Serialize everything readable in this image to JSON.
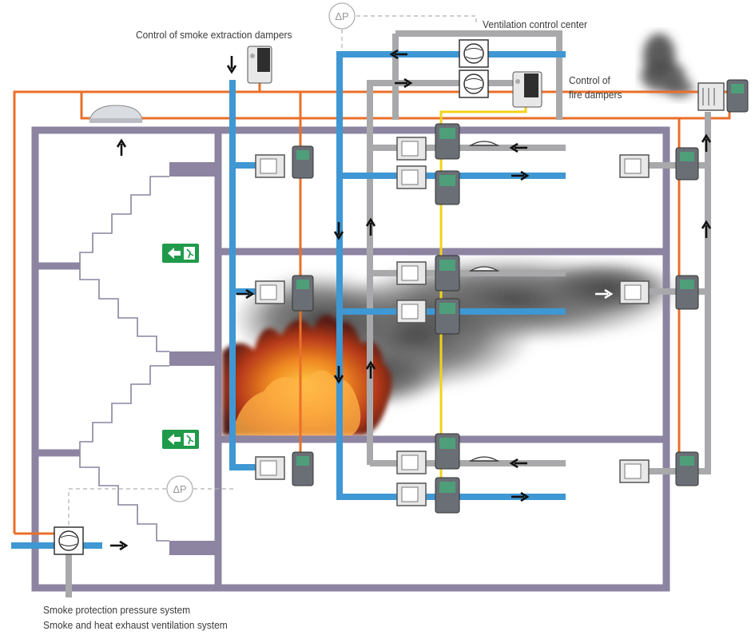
{
  "labels": {
    "control_smoke_extraction": "Control of smoke extraction dampers",
    "ventilation_control_center": "Ventilation control center",
    "control_fire_dampers_line1": "Control of",
    "control_fire_dampers_line2": "fire dampers",
    "smoke_protection_pressure": "Smoke protection pressure system",
    "smoke_heat_exhaust": "Smoke and heat exhaust ventilation system",
    "pressure_sensor_symbol": "ΔP"
  },
  "colors": {
    "building_wall": "#8c84a0",
    "supply_duct": "#3f97d3",
    "return_duct": "#a9a9ab",
    "control_cable": "#ea6f2a",
    "bus_cable": "#f2d21a",
    "exit_sign": "#1f9a4a",
    "smoke": "#585858",
    "fire": "#e8731e"
  },
  "icons": [
    "fan-icon",
    "damper-icon",
    "actuator-icon",
    "controller-icon",
    "smoke-detector-icon",
    "exit-sign-icon",
    "pressure-sensor-icon",
    "skylight-vent-icon",
    "flow-arrow-icon"
  ]
}
